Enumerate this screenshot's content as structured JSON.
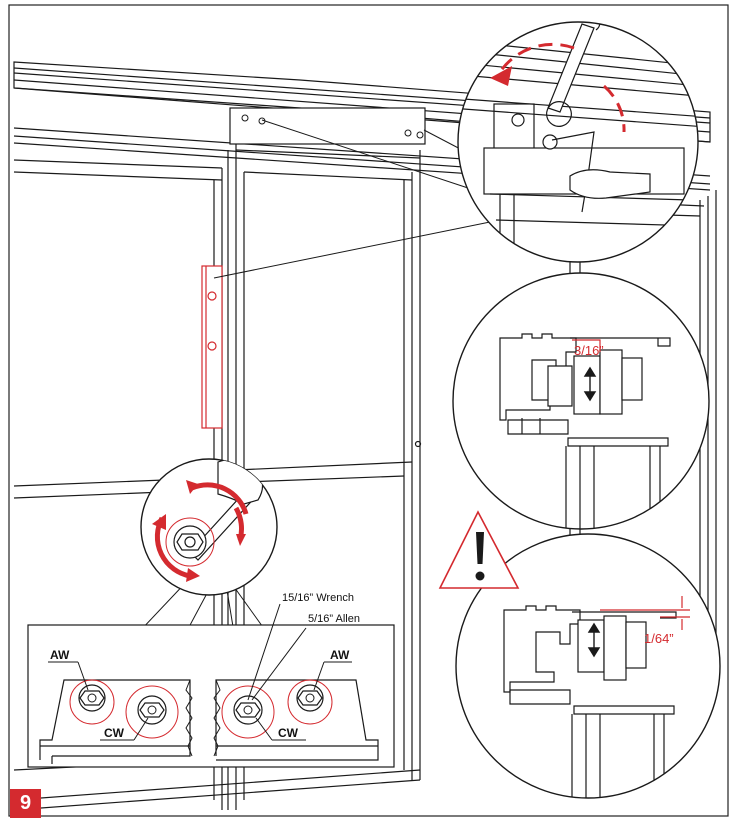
{
  "step_number": "9",
  "colors": {
    "accent": "#d42a2f",
    "line": "#1a1a1a",
    "background": "#ffffff"
  },
  "callouts": {
    "wrench": "15/16” Wrench",
    "allen": "5/16” Allen"
  },
  "labels": {
    "aw_left": "AW",
    "cw_left": "CW",
    "cw_right": "CW",
    "aw_right": "AW"
  },
  "measurements": {
    "gap_correct": "3/16”",
    "gap_warning": "1/64”"
  },
  "icons": [
    "warning-triangle-icon",
    "rotation-arrow-icon",
    "up-down-arrow-icon",
    "wrench-icon",
    "allen-key-icon",
    "hand-icon"
  ]
}
